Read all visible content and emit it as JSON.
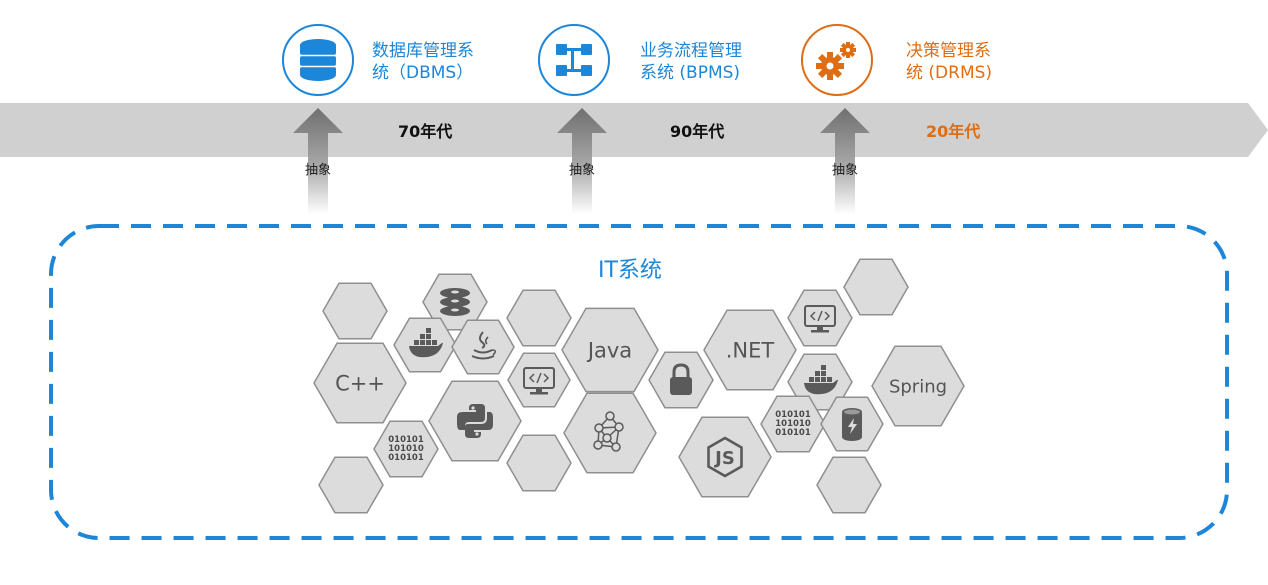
{
  "colors": {
    "blue": "#1c86d9",
    "orange": "#de6d14",
    "band": "#d0d0d0",
    "hex_fill": "#dcdcdc",
    "hex_stroke": "#8f8f8f",
    "icon": "#5a5a5a"
  },
  "stages": [
    {
      "label_line1": "数据库管理系",
      "label_line2": "统（DBMS）",
      "era": "70年代",
      "arrow_label": "抽象",
      "icon": "database-icon"
    },
    {
      "label_line1": "业务流程管理",
      "label_line2": "系统 (BPMS)",
      "era": "90年代",
      "arrow_label": "抽象",
      "icon": "workflow-icon"
    },
    {
      "label_line1": "决策管理系",
      "label_line2": "统 (DRMS)",
      "era": "20年代",
      "arrow_label": "抽象",
      "icon": "gears-icon"
    }
  ],
  "it_system": {
    "title": "IT系统",
    "hexagons": [
      {
        "text": "",
        "icon": ""
      },
      {
        "text": "",
        "icon": "disk-stack-icon"
      },
      {
        "text": "",
        "icon": ""
      },
      {
        "text": "",
        "icon": "docker-icon"
      },
      {
        "text": "",
        "icon": "java-cup-icon"
      },
      {
        "text": "C++",
        "icon": ""
      },
      {
        "text": "Java",
        "icon": ""
      },
      {
        "text": "",
        "icon": "monitor-code-icon"
      },
      {
        "text": "",
        "icon": "python-icon"
      },
      {
        "text": "",
        "icon": "lock-icon"
      },
      {
        "text": "",
        "icon": "network-graph-icon"
      },
      {
        "text": "010101\n101010\n010101",
        "icon": ""
      },
      {
        "text": "",
        "icon": ""
      },
      {
        "text": "",
        "icon": ""
      },
      {
        "text": ".NET",
        "icon": ""
      },
      {
        "text": "",
        "icon": "monitor-code-icon"
      },
      {
        "text": "",
        "icon": ""
      },
      {
        "text": "",
        "icon": "docker-icon"
      },
      {
        "text": "Spring",
        "icon": ""
      },
      {
        "text": "010101\n101010\n010101",
        "icon": ""
      },
      {
        "text": "",
        "icon": "database-flash-icon"
      },
      {
        "text": "",
        "icon": "nodejs-icon"
      },
      {
        "text": "",
        "icon": ""
      }
    ]
  }
}
